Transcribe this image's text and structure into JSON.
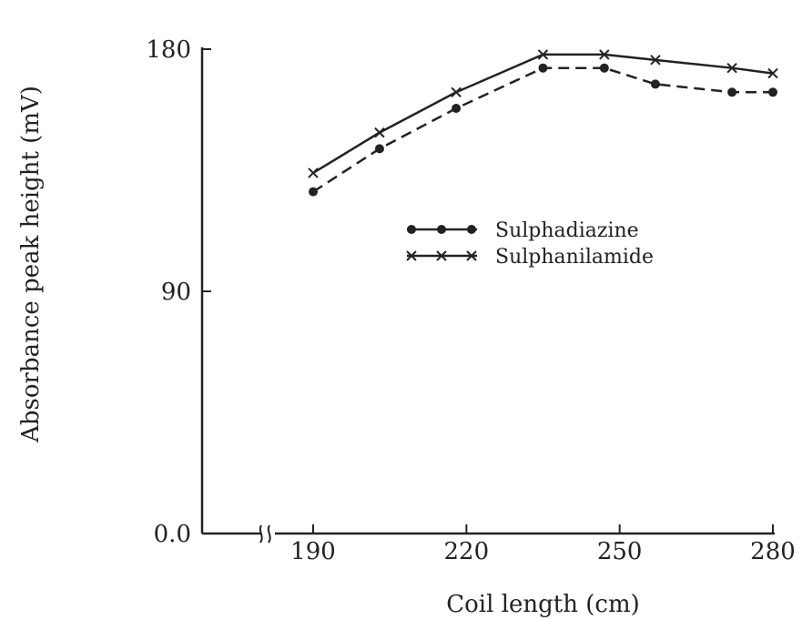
{
  "chart_data": {
    "type": "line",
    "xlabel": "Coil length (cm)",
    "ylabel": "Absorbance peak height (mV)",
    "x_axis_break": true,
    "xlim": [
      190,
      280
    ],
    "ylim": [
      0,
      180
    ],
    "xticks": [
      190,
      220,
      250,
      280
    ],
    "yticks": [
      0,
      90,
      180
    ],
    "xtick_labels": [
      "190",
      "220",
      "250",
      "280"
    ],
    "ytick_labels": [
      "0.0",
      "90",
      "180"
    ],
    "grid": false,
    "legend_position": "center-right",
    "series": [
      {
        "name": "Sulphadiazine",
        "marker": "dot",
        "line_style": "dashed",
        "x": [
          190,
          203,
          218,
          235,
          247,
          257,
          272,
          280
        ],
        "y": [
          127,
          143,
          158,
          173,
          173,
          167,
          164,
          164
        ]
      },
      {
        "name": "Sulphanilamide",
        "marker": "x",
        "line_style": "solid",
        "x": [
          190,
          203,
          218,
          235,
          247,
          257,
          272,
          280
        ],
        "y": [
          134,
          149,
          164,
          178,
          178,
          176,
          173,
          171
        ]
      }
    ]
  }
}
